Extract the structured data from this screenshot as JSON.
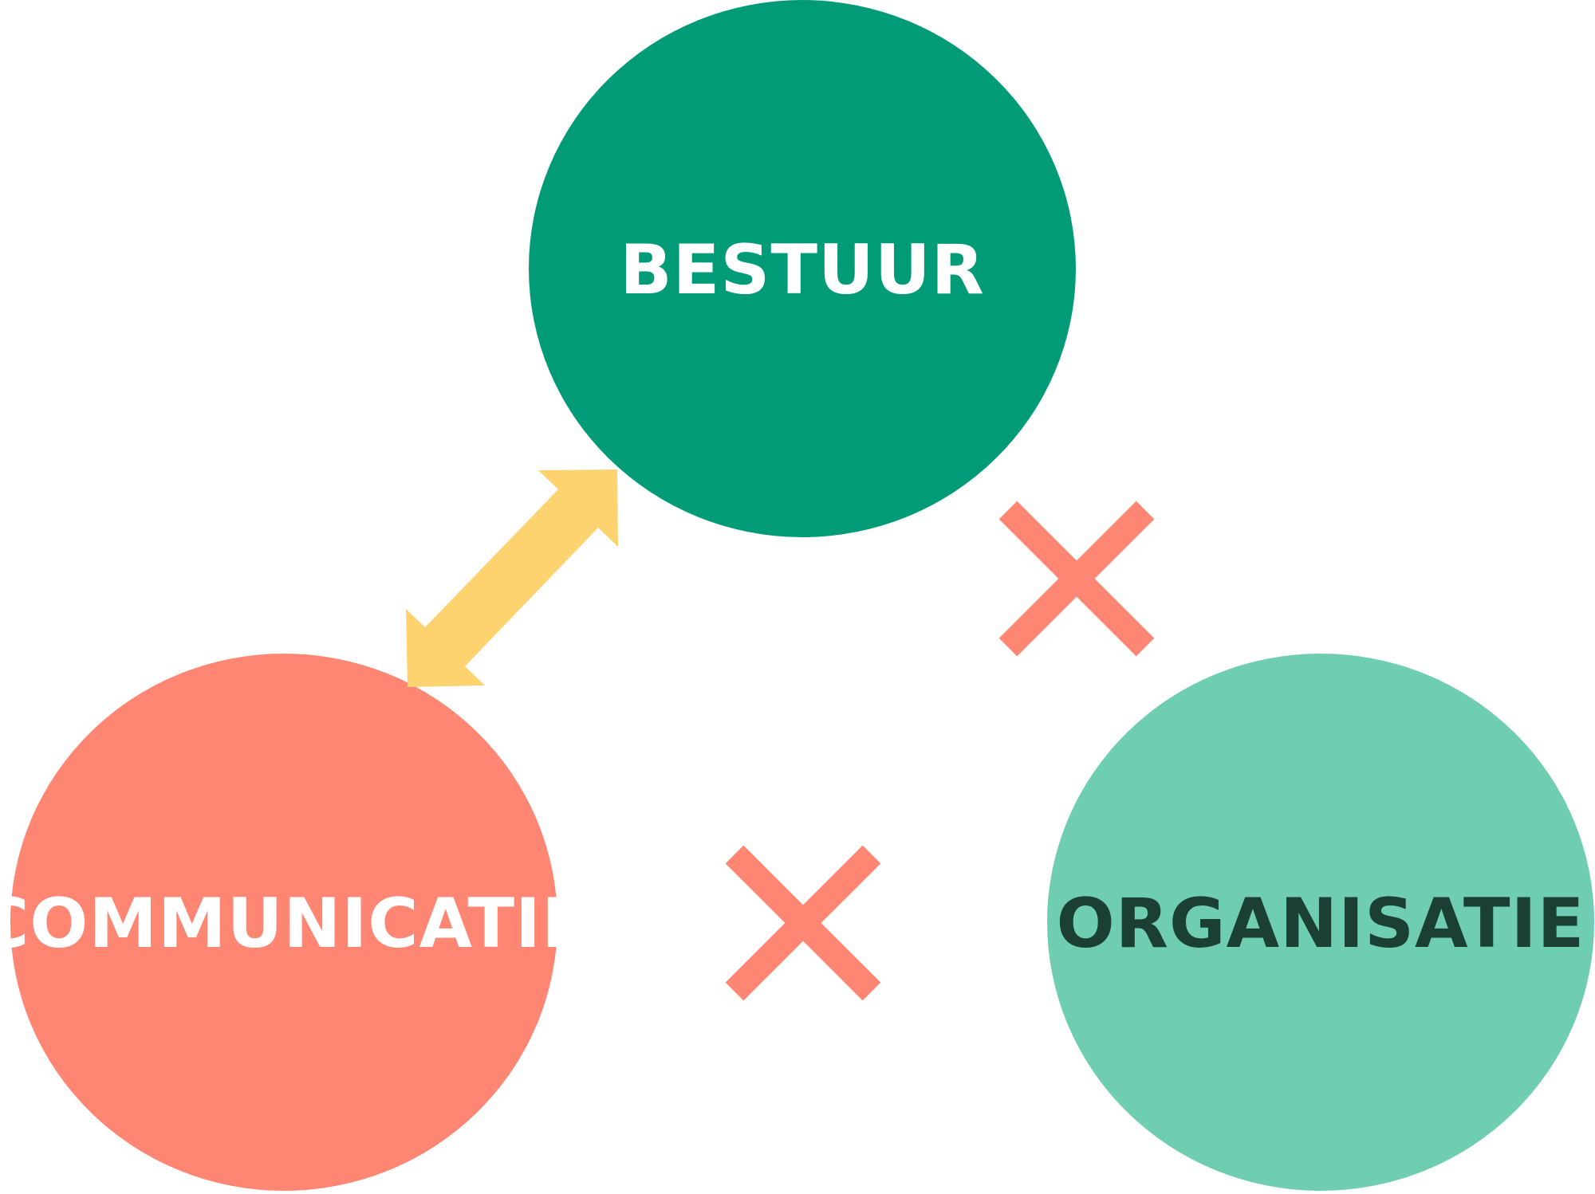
{
  "nodes": {
    "bestuur": {
      "label": "BESTUUR",
      "fill": "#029B77",
      "text_color": "#FFFFFF"
    },
    "communicatie": {
      "label": "COMMUNICATIE",
      "fill": "#FF8673",
      "text_color": "#FFFFFF"
    },
    "organisatie": {
      "label": "ORGANISATIE",
      "fill": "#6FCEB2",
      "text_color": "#1B3F33"
    }
  },
  "connectors": {
    "bestuur_communicatie": {
      "type": "bidirectional-arrow",
      "color": "#FDD36F"
    },
    "bestuur_organisatie": {
      "type": "cross",
      "color": "#FF8673"
    },
    "communicatie_organisatie": {
      "type": "cross",
      "color": "#FF8673"
    }
  }
}
